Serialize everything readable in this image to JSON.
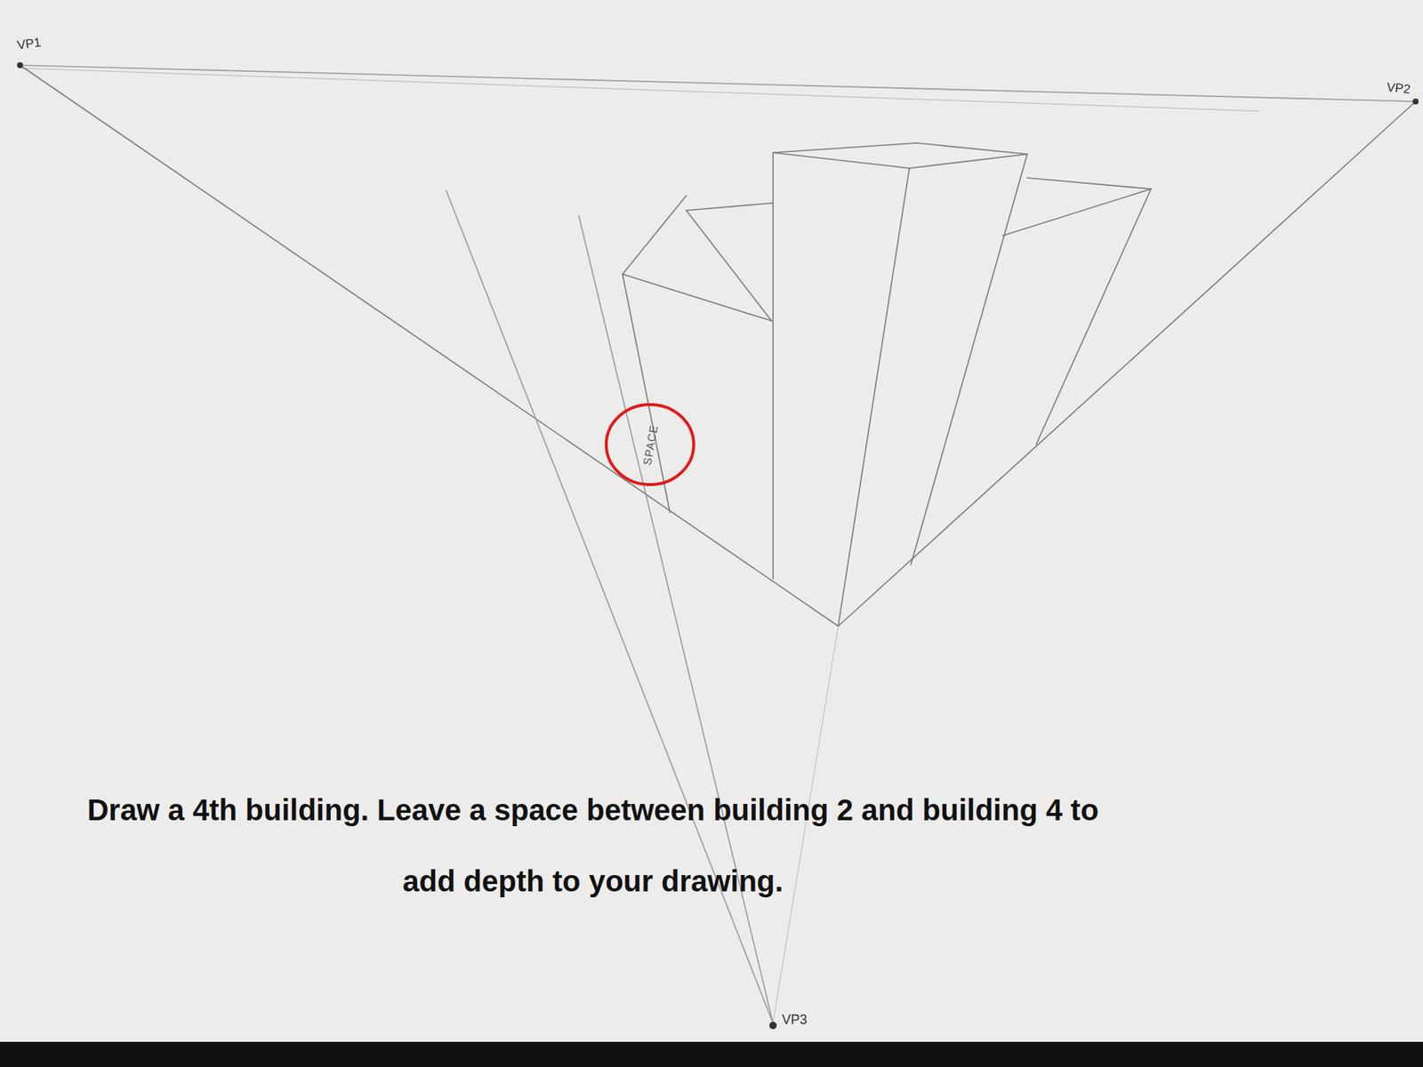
{
  "diagram": {
    "caption": "Draw a 4th building.  Leave a space between building 2 and building 4 to add depth to your drawing.",
    "nodes": [
      {
        "text": [
          "SPACE"
        ]
      }
    ],
    "labels": [
      "VP1",
      "VP2",
      "VP3"
    ]
  }
}
